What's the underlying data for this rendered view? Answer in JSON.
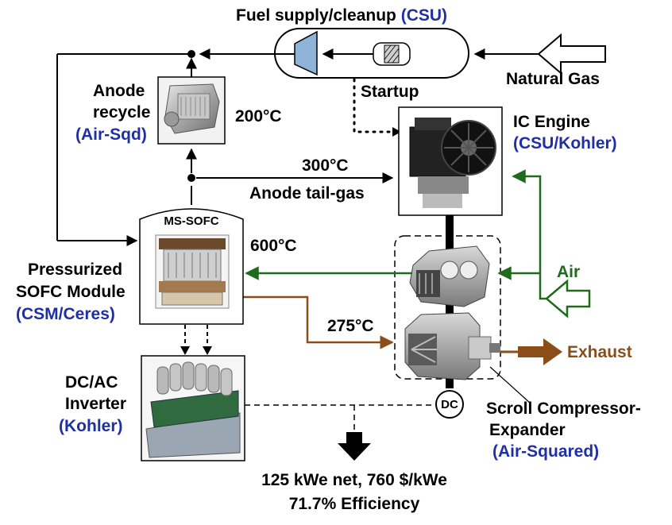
{
  "colors": {
    "black": "#000000",
    "blue": "#1f2fa6",
    "green": "#1e6b1e",
    "brown": "#8b4e18"
  },
  "labels": {
    "csu_title": "Fuel supply/cleanup ",
    "csu_paren": "(CSU)",
    "natural_gas": "Natural Gas",
    "startup": "Startup",
    "anode_recycle_1": "Anode",
    "anode_recycle_2": "recycle",
    "anode_recycle_vendor": "(Air-Sqd)",
    "temp_200": "200°C",
    "ic_engine": "IC Engine",
    "ic_engine_vendor": "(CSU/Kohler)",
    "temp_300": "300°C",
    "anode_tail_gas": "Anode tail-gas",
    "ms_sofc": "MS-SOFC",
    "temp_600": "600°C",
    "sofc_module_1": "Pressurized",
    "sofc_module_2": "SOFC Module",
    "sofc_module_vendor": "(CSM/Ceres)",
    "air": "Air",
    "temp_275": "275°C",
    "exhaust": "Exhaust",
    "inverter_1": "DC/AC",
    "inverter_2": "Inverter",
    "inverter_vendor": "(Kohler)",
    "dc": "DC",
    "scroll_1": "Scroll Compressor-",
    "scroll_2": "Expander",
    "scroll_vendor": "(Air-Squared)",
    "result_1": "125 kWe net, 760 $/kWe",
    "result_2": "71.7% Efficiency"
  },
  "icons": [
    "compressor-icon",
    "filter-icon",
    "anode-recycle-blower-icon",
    "ic-engine-icon",
    "sofc-stack-icon",
    "inverter-icon",
    "scroll-compressor-icon",
    "scroll-expander-icon",
    "generator-icon"
  ]
}
